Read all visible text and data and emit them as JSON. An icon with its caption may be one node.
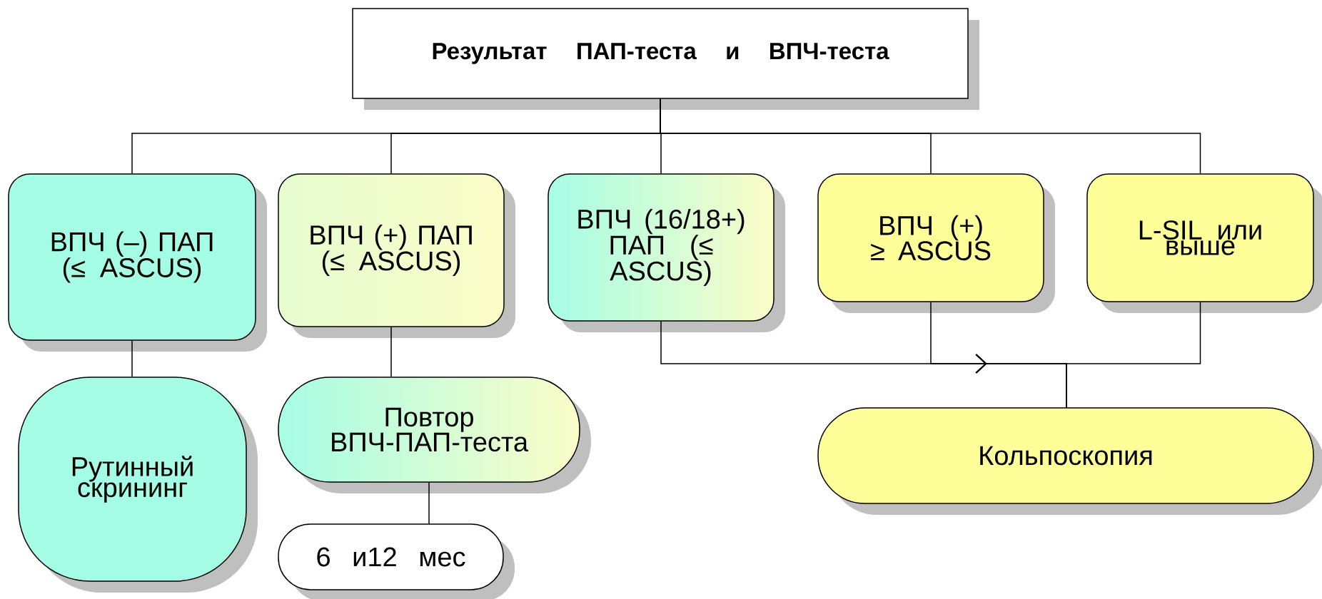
{
  "diagram": {
    "nodes": [
      {
        "text": [
          "Результат ПАП-теста и ВПЧ-теста"
        ]
      },
      {
        "text": [
          "ВПЧ (–) ПАП (≤ ASCUS)"
        ]
      },
      {
        "text": [
          "ВПЧ (+) ПАП (≤ ASCUS)"
        ]
      },
      {
        "text": [
          "ВПЧ (16/18+) ПАП (≤ ASCUS)"
        ]
      },
      {
        "text": [
          "ВПЧ (+) ≥ ASCUS"
        ]
      },
      {
        "text": [
          "L-SIL или выше"
        ]
      },
      {
        "text": [
          "Рутинный скрининг"
        ]
      },
      {
        "text": [
          "Повтор ВПЧ-ПАП-теста"
        ]
      },
      {
        "text": [
          "6 и12 мес"
        ]
      },
      {
        "text": [
          "Кольпоскопия"
        ]
      }
    ],
    "edges": [
      {
        "from": 0,
        "to": 1,
        "arrow": "none"
      },
      {
        "from": 0,
        "to": 2,
        "arrow": "none"
      },
      {
        "from": 0,
        "to": 3,
        "arrow": "none"
      },
      {
        "from": 0,
        "to": 4,
        "arrow": "none"
      },
      {
        "from": 0,
        "to": 5,
        "arrow": "none"
      },
      {
        "from": 1,
        "to": 6,
        "arrow": "none"
      },
      {
        "from": 2,
        "to": 7,
        "arrow": "none"
      },
      {
        "from": 7,
        "to": 8,
        "arrow": "none"
      },
      {
        "from": 3,
        "to": 9,
        "arrow": "to"
      },
      {
        "from": 4,
        "to": 9,
        "arrow": "to"
      },
      {
        "from": 5,
        "to": 9,
        "arrow": "none"
      }
    ]
  }
}
